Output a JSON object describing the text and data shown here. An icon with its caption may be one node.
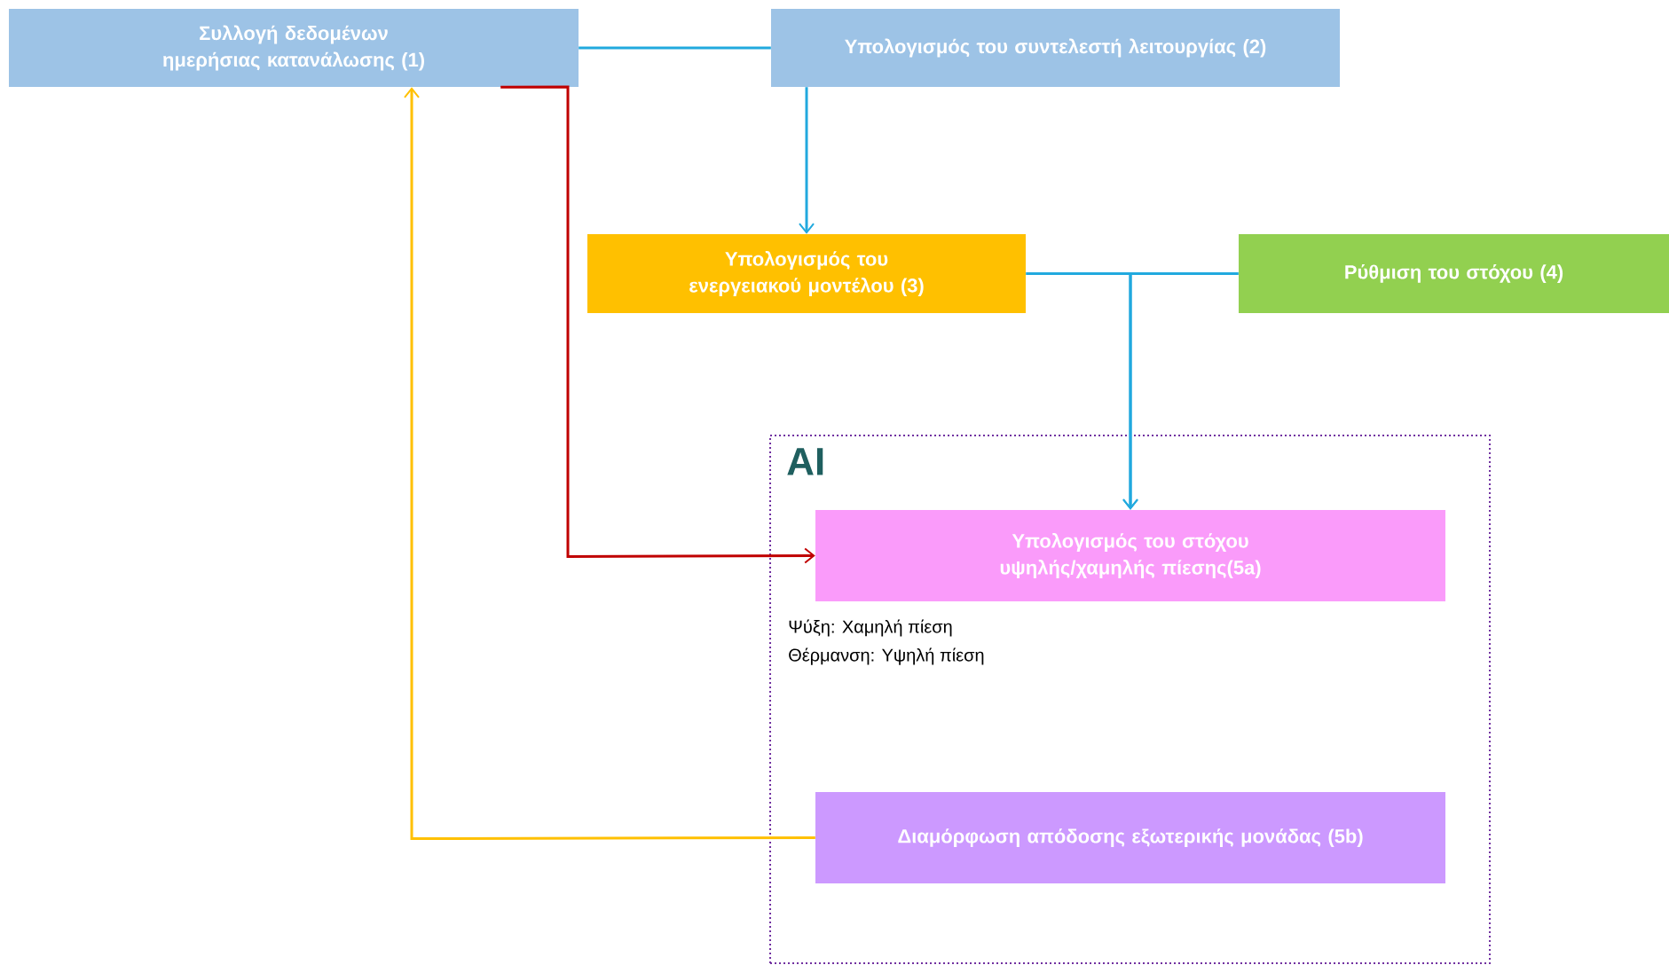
{
  "diagram": {
    "nodes": [
      {
        "text": [
          "Συλλογή δεδομένων ημερήσιας κατανάλωσης (1)"
        ]
      },
      {
        "text": [
          "Υπολογισμός του συντελεστή λειτουργίας (2)"
        ]
      },
      {
        "text": [
          "Υπολογισμός του ενεργειακού μοντέλου (3)"
        ]
      },
      {
        "text": [
          "Ρύθμιση του στόχου  (4)"
        ]
      },
      {
        "text": [
          "AI"
        ]
      },
      {
        "text": [
          "Υπολογισμός του στόχου υψηλής/χαμηλής πίεσης(5a)"
        ],
        "in": 4,
        "beside": [
          "Ψύξη: Χαμηλή πίεση",
          "Θέρμανση: Υψηλή πίεση"
        ]
      },
      {
        "text": [
          "Διαμόρφωση απόδοσης εξωτερικής μονάδας (5b)"
        ],
        "in": 4
      }
    ],
    "edges": [
      {
        "from": 0,
        "to": 1,
        "arrow": "none"
      },
      {
        "from": 1,
        "to": 2,
        "arrow": "to"
      },
      {
        "from": 2,
        "to": 5,
        "arrow": "to"
      },
      {
        "from": 3,
        "to": 5,
        "arrow": "to"
      },
      {
        "from": 0,
        "to": 5,
        "arrow": "to",
        "color": "#c00000"
      },
      {
        "from": 6,
        "to": 0,
        "arrow": "to",
        "color": "#ffc000"
      }
    ]
  }
}
